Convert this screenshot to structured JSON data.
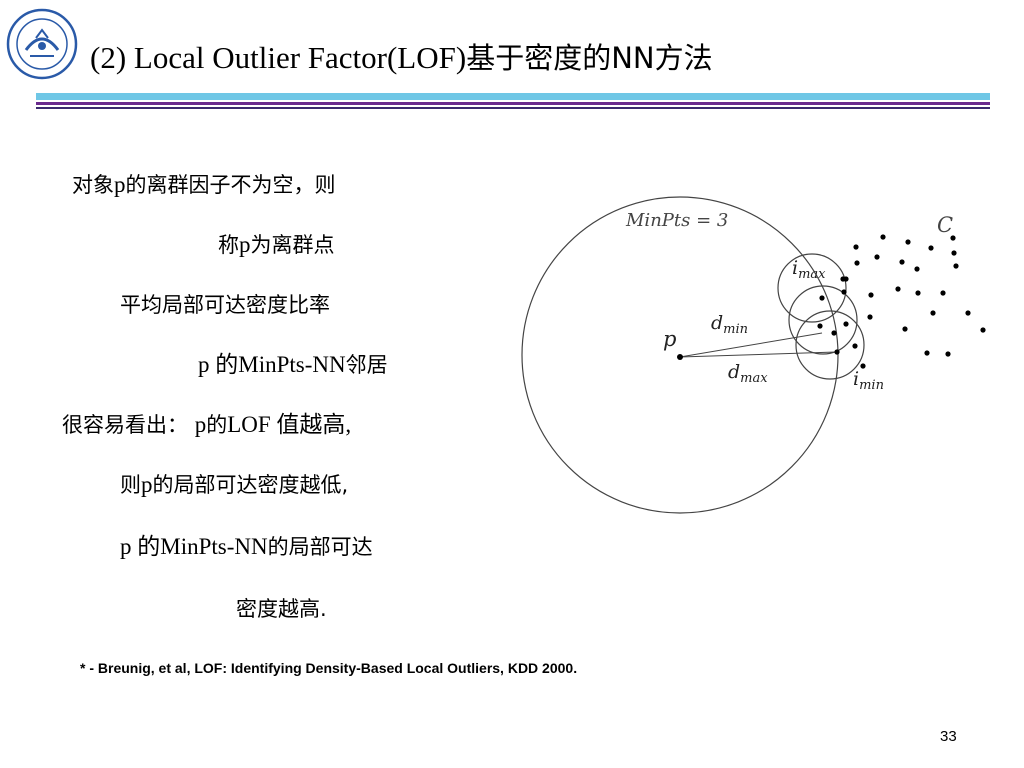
{
  "slide": {
    "title_en": "(2) Local Outlier Factor(LOF)",
    "title_cn": "基于密度的NN方法",
    "page_number": "33"
  },
  "body_lines": [
    {
      "parts": [
        "对象",
        "p",
        "的离群因子不为空，则"
      ]
    },
    {
      "parts": [
        "称",
        "p",
        "为离群点"
      ]
    },
    {
      "parts": [
        "平均局部可达密度比率"
      ]
    },
    {
      "parts": [
        "p 的",
        "MinPts-NN",
        "邻居"
      ]
    },
    {
      "parts": [
        "很容易看出：  ",
        "p",
        "的",
        "LOF 值越高,"
      ]
    },
    {
      "parts": [
        "则",
        "p",
        "的局部可达密度越低,"
      ]
    },
    {
      "parts": [
        "p 的",
        "MinPts-NN",
        "的局部可达"
      ]
    },
    {
      "parts": [
        "密度越高."
      ]
    }
  ],
  "reference": "* - Breunig, et al, LOF: Identifying Density-Based Local Outliers, KDD 2000.",
  "diagram": {
    "minpts_label": "MinPts = 3",
    "cluster_label": "C",
    "p_label": "p",
    "imax_label": "i",
    "imax_sub": "max",
    "imin_label": "i",
    "imin_sub": "min",
    "dmin_label": "d",
    "dmin_sub": "min",
    "dmax_label": "d",
    "dmax_sub": "max"
  },
  "logo": {
    "icon": "university-seal-icon"
  }
}
